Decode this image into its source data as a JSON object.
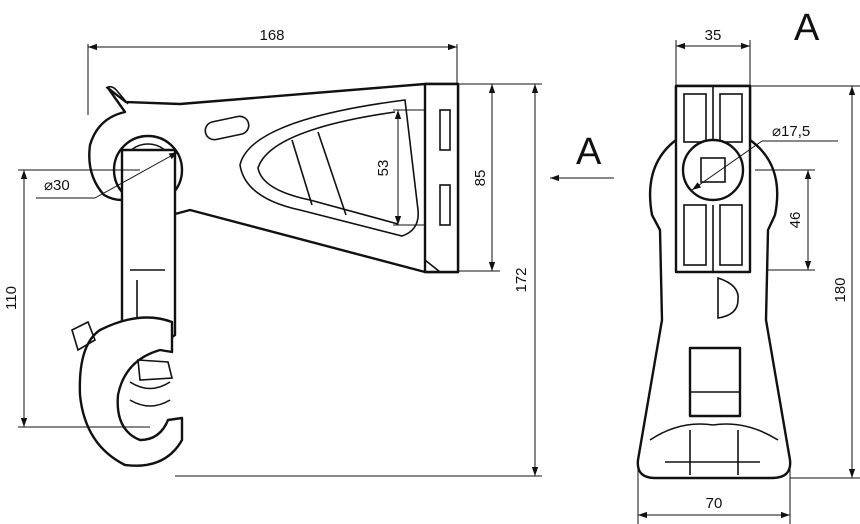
{
  "view_label": "A",
  "arrow_label": "A",
  "dimensions": {
    "width_top": "168",
    "height_bracket": "85",
    "height_inner": "53",
    "height_total": "172",
    "height_hook": "110",
    "diam_eye": "⌀30",
    "side_width_top": "35",
    "side_diam": "⌀17,5",
    "side_height_slot": "46",
    "side_height_total": "180",
    "side_width_base": "70"
  },
  "colors": {
    "line": "#111111",
    "background": "#ffffff"
  }
}
